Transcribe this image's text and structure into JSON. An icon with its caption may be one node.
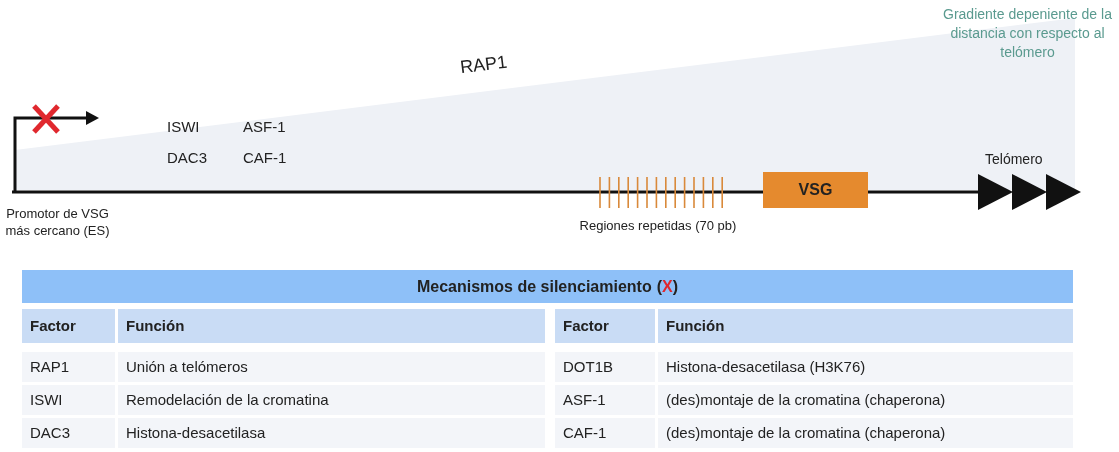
{
  "diagram": {
    "nodes": [
      {
        "text": [
          "Mecanismos de silenciamiento",
          "(X)"
        ]
      },
      {
        "text": [
          "VSG"
        ]
      }
    ],
    "labels": [
      "Gradiente depeniente de la distancia con respecto al telómero",
      "RAP1",
      "ISWI",
      "ASF-1",
      "DAC3",
      "CAF-1",
      "Telómero",
      "Promotor de VSG más cercano (ES)",
      "Regiones repetidas (70 pb)",
      "Factor",
      "Función",
      "Factor",
      "Función",
      "RAP1",
      "Unión a telómeros",
      "DOT1B",
      "Histona-desacetilasa (H3K76)",
      "ISWI",
      "Remodelación de la cromatina",
      "ASF-1",
      "(des)montaje de la cromatina (chaperona)",
      "DAC3",
      "Histona-desacetilasa",
      "CAF-1",
      "(des)montaje de la cromatina (chaperona)"
    ]
  }
}
